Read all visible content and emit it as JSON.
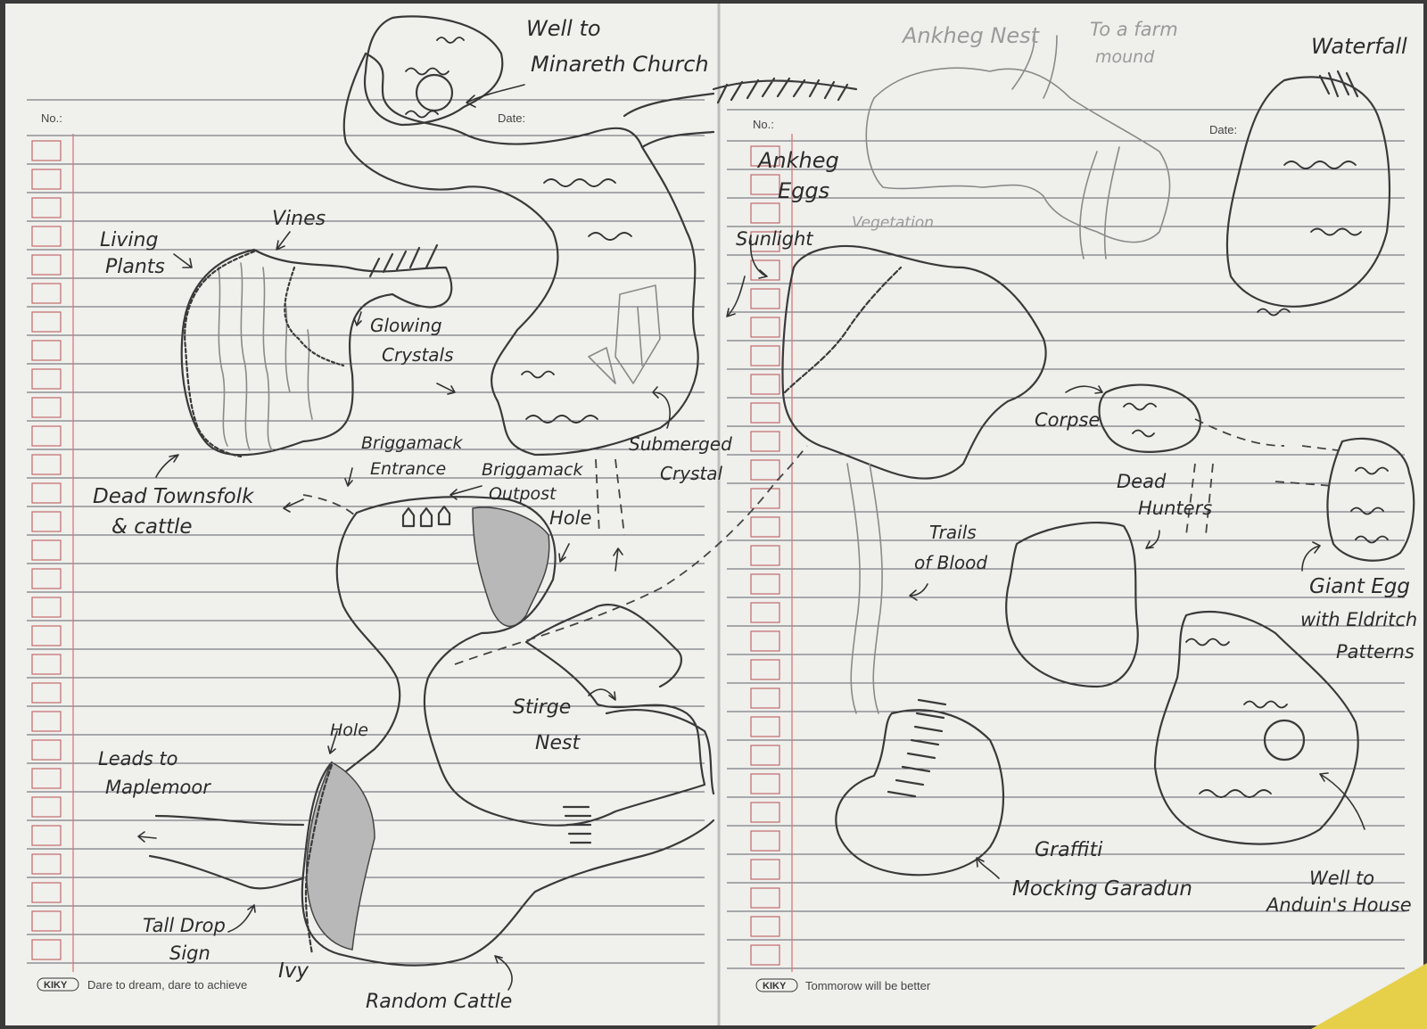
{
  "left_page": {
    "no_label": "No.:",
    "date_label": "Date:",
    "footer_brand": "KIKY",
    "footer_text": "Dare to dream, dare to achieve"
  },
  "right_page": {
    "no_label": "No.:",
    "date_label": "Date:",
    "footer_brand": "KIKY",
    "footer_text": "Tommorow will be better"
  },
  "labels": {
    "well_to": "Well to",
    "minareth_church": "Minareth Church",
    "living": "Living",
    "plants": "Plants",
    "vines": "Vines",
    "glowing": "Glowing",
    "crystals": "Crystals",
    "briggamack": "Briggamack",
    "entrance": "Entrance",
    "briggamack_outpost_1": "Briggamack",
    "briggamack_outpost_2": "Outpost",
    "dead_townsfolk": "Dead Townsfolk",
    "and_cattle": "& cattle",
    "hole_1": "Hole",
    "submerged": "Submerged",
    "crystal": "Crystal",
    "stirge": "Stirge",
    "nest": "Nest",
    "hole_2": "Hole",
    "leads_to": "Leads to",
    "maplemoor": "Maplemoor",
    "tall_drop": "Tall Drop",
    "sign": "Sign",
    "ivy": "Ivy",
    "random_cattle": "Random Cattle",
    "ankheg_nest": "Ankheg Nest",
    "to_a_farm": "To a farm",
    "mound": "mound",
    "waterfall": "Waterfall",
    "ankheg": "Ankheg",
    "eggs": "Eggs",
    "sunlight": "Sunlight",
    "vegetation": "Vegetation",
    "corpse": "Corpse",
    "dead": "Dead",
    "hunters": "Hunters",
    "trails": "Trails",
    "of_blood": "of Blood",
    "giant_egg": "Giant Egg",
    "with_eldritch": "with Eldritch",
    "patterns": "Patterns",
    "graffiti": "Graffiti",
    "mocking_garadun": "Mocking Garadun",
    "well_to_2": "Well to",
    "anduins_house": "Anduin's House"
  },
  "colors": {
    "paper": "#efefec",
    "pencil": "#333333",
    "ruled_line": "#5e6068",
    "margin_line": "#d77a7a"
  }
}
